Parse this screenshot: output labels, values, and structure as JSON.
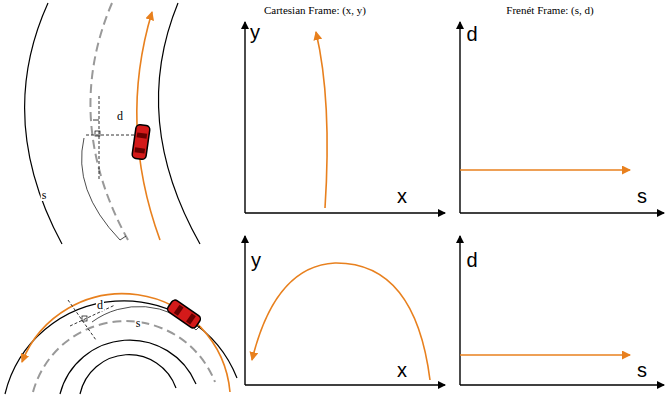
{
  "diagram": {
    "labels": [
      "Cartesian Frame: (x, y)",
      "Frenét Frame: (s, d)",
      "d",
      "s",
      "y",
      "x",
      "d",
      "s",
      "d",
      "s",
      "y",
      "x",
      "d",
      "s"
    ]
  }
}
